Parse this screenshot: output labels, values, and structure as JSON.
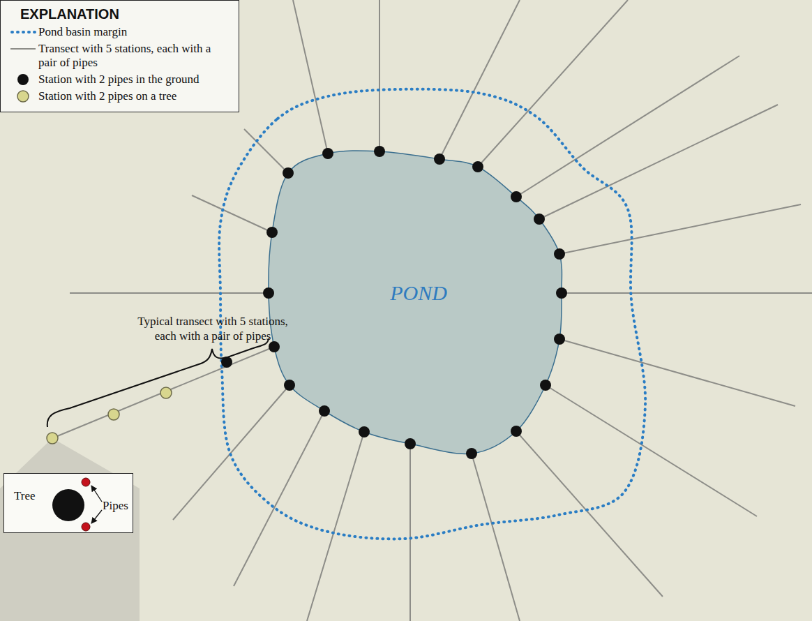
{
  "diagram": {
    "nodes": [
      {
        "text": [
          "POND"
        ]
      },
      {
        "text": [
          "Tree",
          "Pipes"
        ]
      }
    ],
    "labels": [
      "EXPLANATION",
      "Typical transect with 5 stations, each with a pair of pipes"
    ],
    "legend": [
      {
        "text": "Pond basin margin"
      },
      {
        "text": "Transect with 5 stations, each with a pair of pipes"
      },
      {
        "text": "Station with 2 pipes in the ground"
      },
      {
        "text": "Station with 2 pipes on a tree"
      }
    ]
  }
}
